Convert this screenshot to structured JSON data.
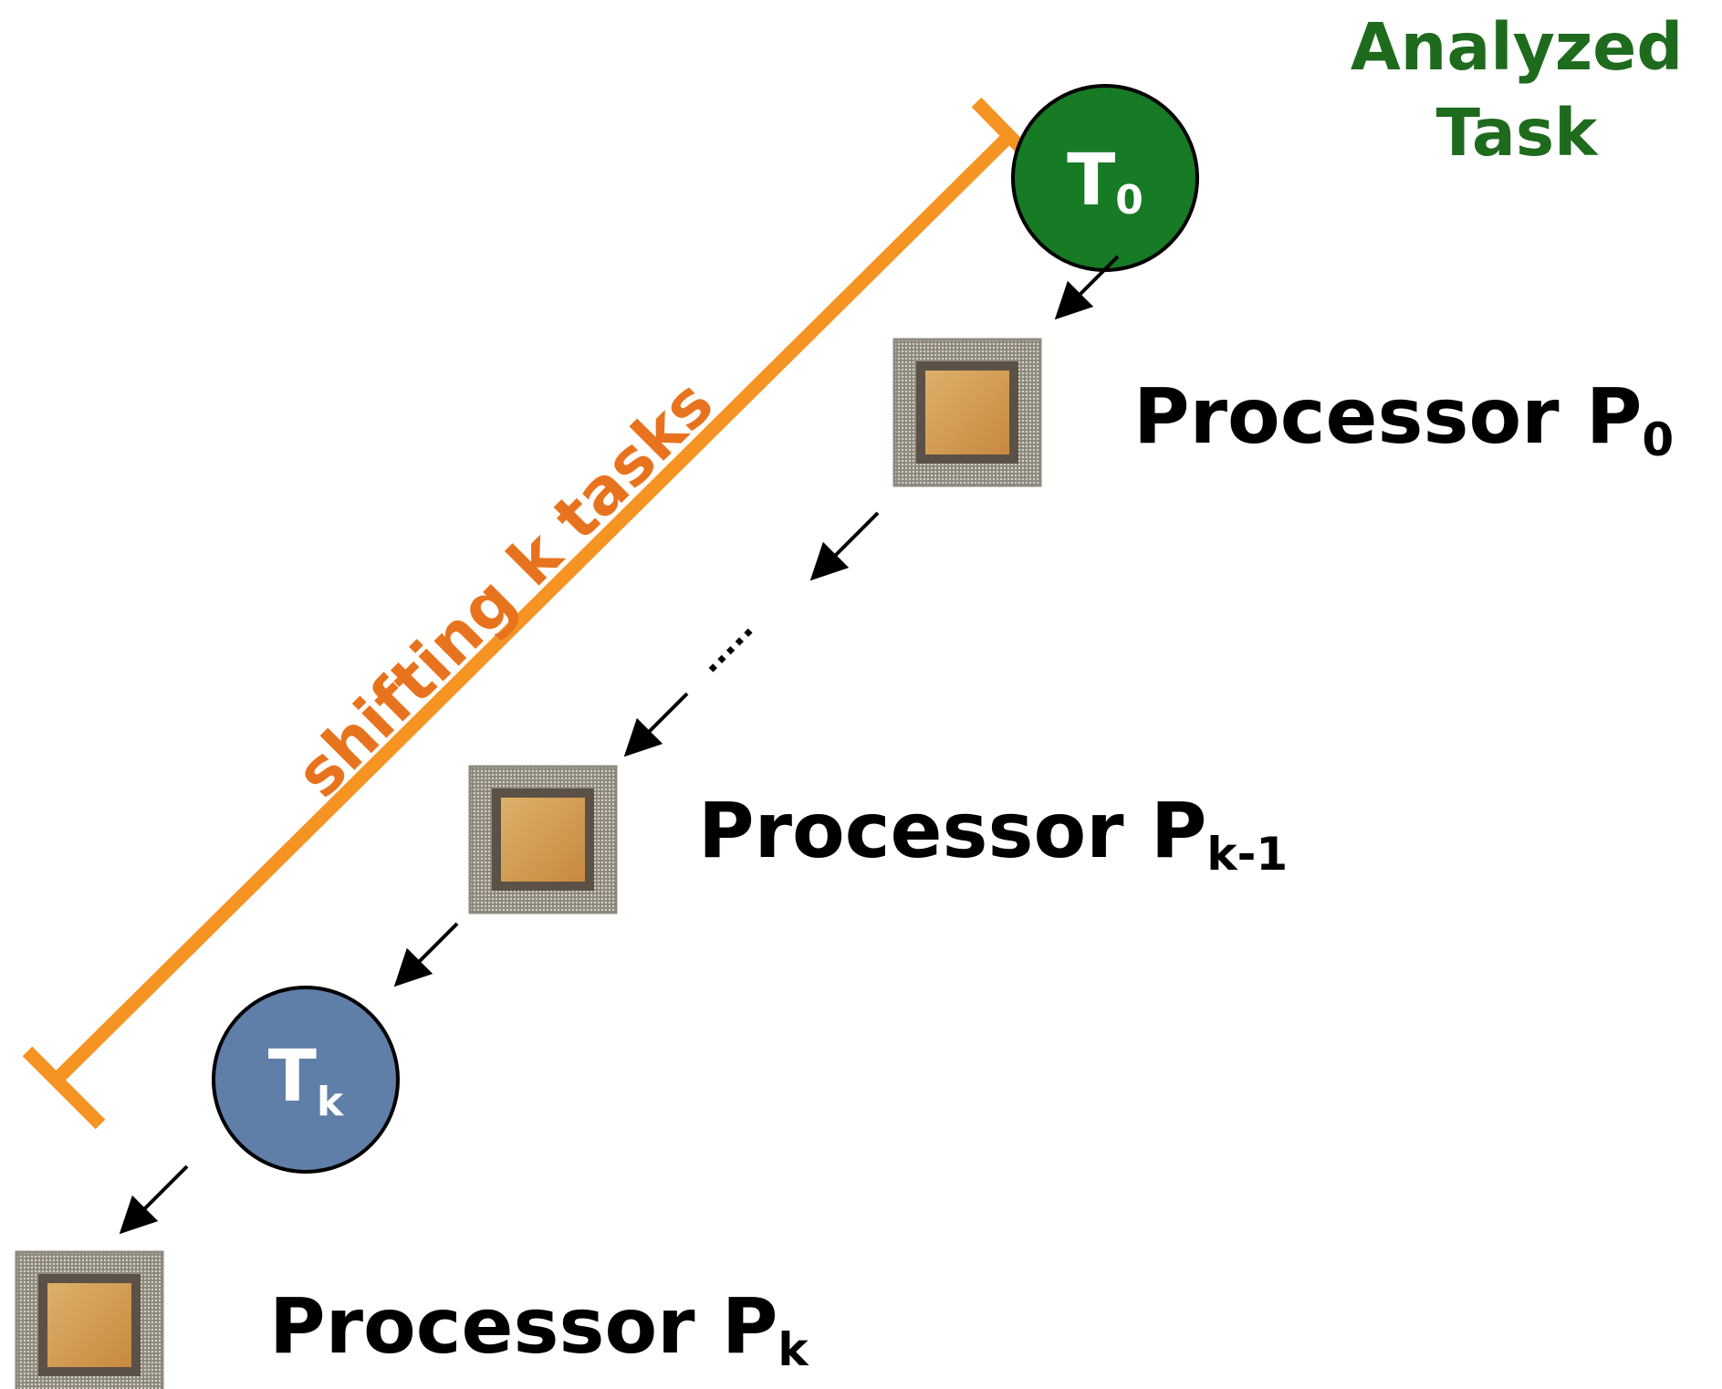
{
  "analyzed_task_label": {
    "line1": "Analyzed",
    "line2": "Task",
    "color": "#1e6b1e"
  },
  "tasks": [
    {
      "main": "T",
      "sub": "0",
      "fill": "#177a25",
      "stroke": "#000000"
    },
    {
      "main": "T",
      "sub": "k",
      "fill": "#5f7ea8",
      "stroke": "#000000"
    }
  ],
  "processors": [
    {
      "name": "Processor P",
      "sub": "0"
    },
    {
      "name": "Processor P",
      "sub": "k-1"
    },
    {
      "name": "Processor P",
      "sub": "k"
    }
  ],
  "ellipsis": ".....",
  "shift_bar": {
    "label": "shifting k tasks",
    "color": "#f59323",
    "text_color": "#e8731e"
  },
  "chip": {
    "outer": "#8f8a7f",
    "frame": "#5b5146",
    "die": "#c7893f",
    "die_highlight": "#ddb06a"
  },
  "icons": {
    "arrow": "arrow-down-left-icon",
    "chip": "processor-chip-icon"
  }
}
